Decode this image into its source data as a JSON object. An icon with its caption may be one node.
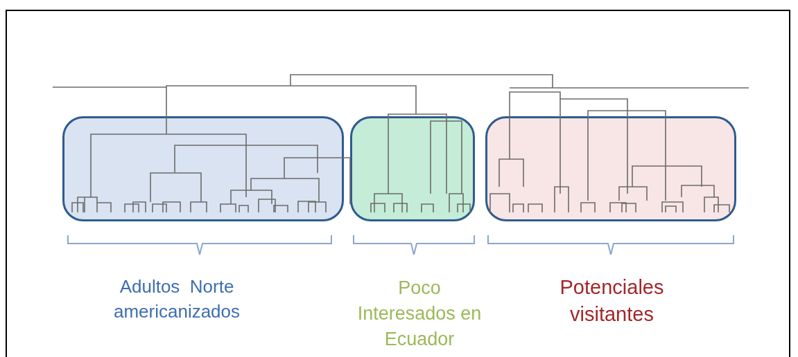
{
  "diagram": {
    "nodes": [
      {
        "text": [],
        "shape": "box",
        "beside": [
          "Adultos  Norte americanizados"
        ]
      },
      {
        "text": [],
        "shape": "box",
        "beside": [
          "Poco Interesados en Ecuador"
        ]
      },
      {
        "text": [],
        "shape": "box",
        "beside": [
          "Potenciales visitantes"
        ]
      }
    ]
  }
}
